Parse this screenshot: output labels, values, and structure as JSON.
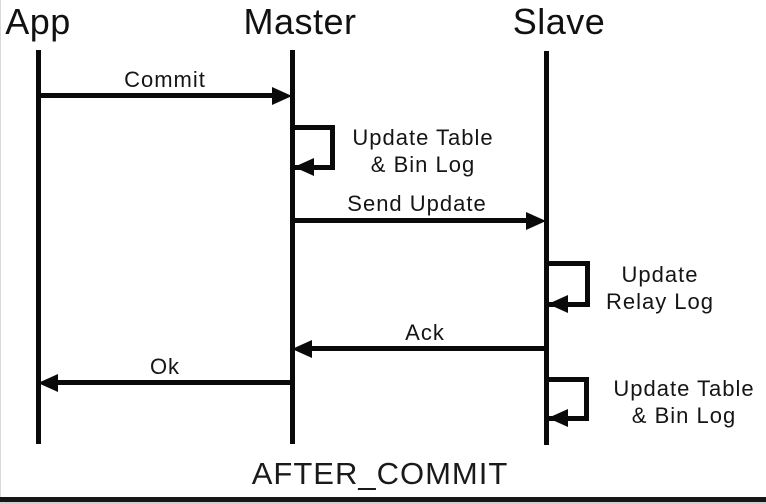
{
  "title": "AFTER_COMMIT",
  "actors": [
    {
      "name": "App"
    },
    {
      "name": "Master"
    },
    {
      "name": "Slave"
    }
  ],
  "messages": [
    {
      "label": "Commit",
      "from": "App",
      "to": "Master"
    },
    {
      "line1": "Update Table",
      "line2": "& Bin Log",
      "self_on": "Master"
    },
    {
      "label": "Send Update",
      "from": "Master",
      "to": "Slave"
    },
    {
      "line1": "Update",
      "line2": "Relay Log",
      "self_on": "Slave"
    },
    {
      "label": "Ack",
      "from": "Slave",
      "to": "Master"
    },
    {
      "label": "Ok",
      "from": "Master",
      "to": "App"
    },
    {
      "line1": "Update Table",
      "line2": "& Bin Log",
      "self_on": "Slave"
    }
  ],
  "colors": {
    "line": "#0a0a0a",
    "background": "#ffffff"
  }
}
